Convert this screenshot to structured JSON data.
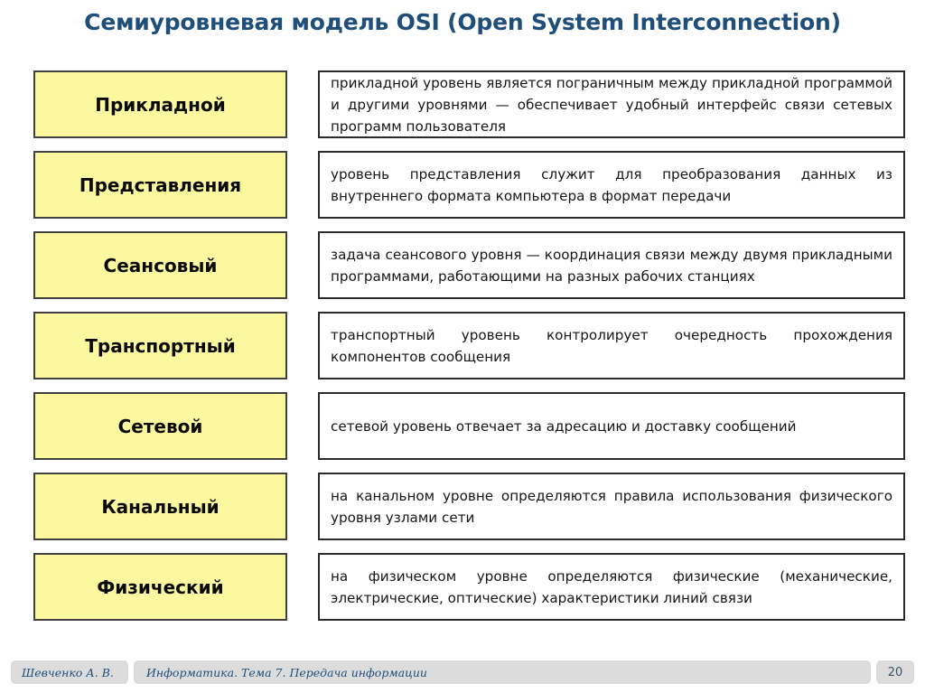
{
  "slide": {
    "title": "Семиуровневая модель OSI (Open System Interconnection)",
    "title_color": "#1F4E79",
    "background_color": "#FFFFFF"
  },
  "theme": {
    "layer_box_fill": "#FBF8A0",
    "layer_box_border": "#404040",
    "desc_box_border": "#2B2B2B",
    "footer_chip_fill": "#DCDCDC",
    "footer_text_color": "#1F4E79"
  },
  "layers": [
    {
      "name": "Прикладной",
      "description": "прикладной уровень является пограничным между прикладной программой и другими уровнями — обеспечивает удобный интерфейс связи сетевых программ пользователя",
      "height": 75
    },
    {
      "name": "Представления",
      "description": "уровень представления служит для преобразования данных из внутреннего формата компьютера в формат передачи",
      "height": 75
    },
    {
      "name": "Сеансовый",
      "description": "задача сеансового уровня — координация связи между двумя прикладными программами, работающими на разных рабочих станциях",
      "height": 75
    },
    {
      "name": "Транспортный",
      "description": "транспортный уровень контролирует очередность прохождения компонентов сообщения",
      "height": 75
    },
    {
      "name": "Сетевой",
      "description": "сетевой уровень отвечает за адресацию и доставку сообщений",
      "height": 75
    },
    {
      "name": "Канальный",
      "description": "на канальном уровне определяются правила использования физического уровня узлами сети",
      "height": 75
    },
    {
      "name": "Физический",
      "description": "на физическом уровне определяются физические (механические, электрические, оптические) характеристики линий связи",
      "height": 75
    }
  ],
  "footer": {
    "author": "Шевченко А. В.",
    "topic": "Информатика. Тема 7. Передача информации",
    "page_number": "20"
  }
}
